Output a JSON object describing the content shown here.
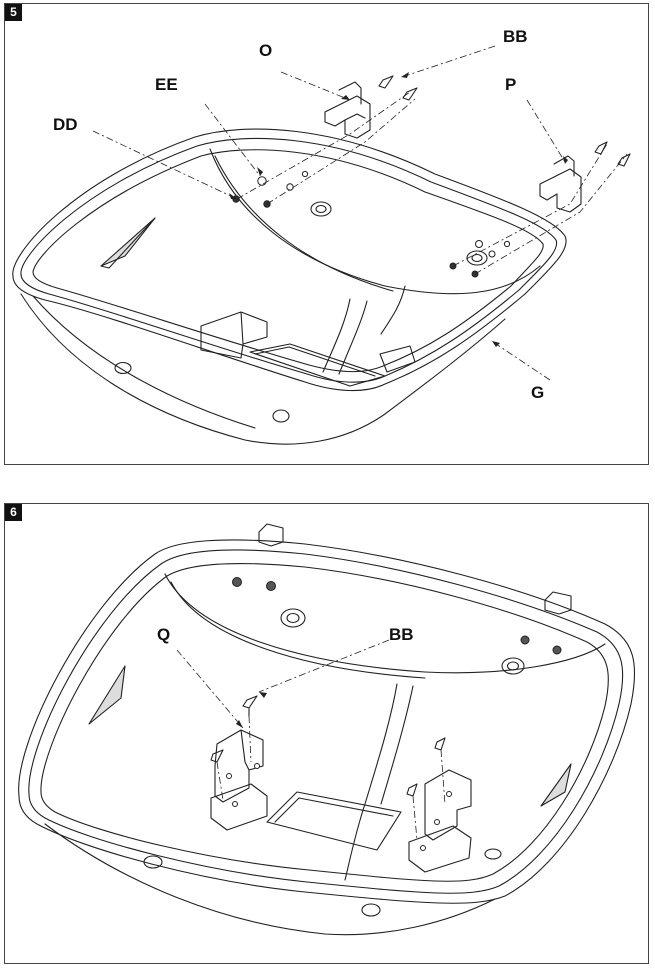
{
  "steps": [
    {
      "number": "5",
      "labels": {
        "o": "O",
        "bb": "BB",
        "ee": "EE",
        "p": "P",
        "dd": "DD",
        "g": "G"
      }
    },
    {
      "number": "6",
      "labels": {
        "q": "Q",
        "bb": "BB"
      }
    }
  ]
}
